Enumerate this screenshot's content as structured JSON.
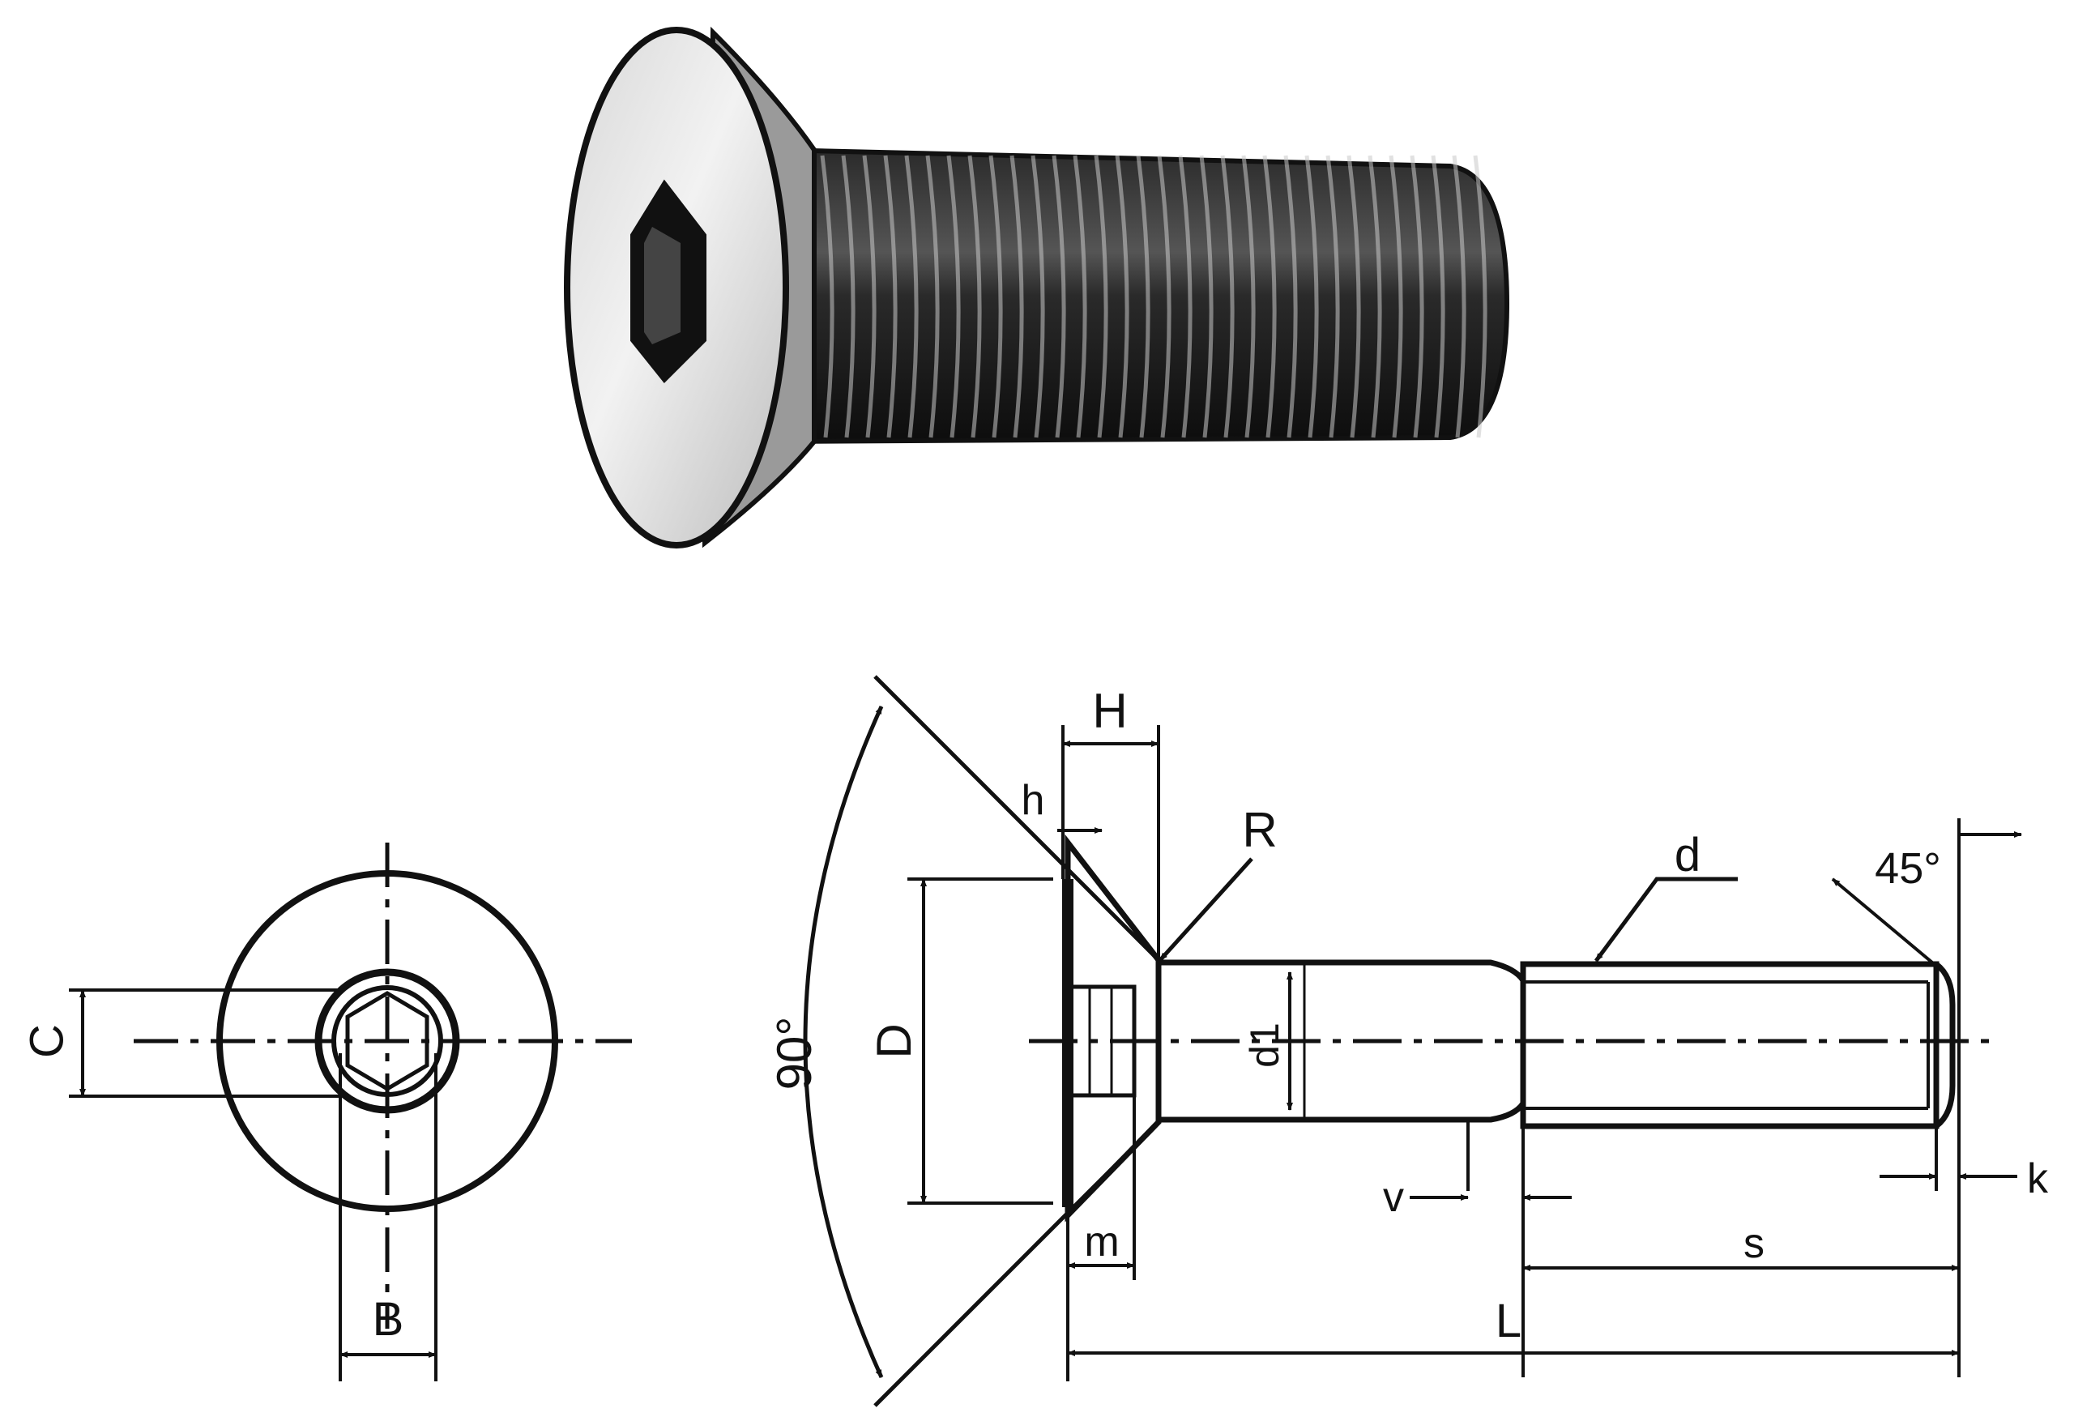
{
  "colors": {
    "ink": "#111111",
    "paper": "#ffffff",
    "metal_light": "#e6e6e6",
    "metal_dark": "#1a1a1a"
  },
  "photo": {
    "subject": "hex-socket-countersunk-screw-icon"
  },
  "end_view": {
    "labels": {
      "c": "C",
      "b": "B"
    }
  },
  "side_view": {
    "labels": {
      "h_upper": "H",
      "h_lower": "h",
      "r": "R",
      "d": "d",
      "angle_45": "45°",
      "angle_90": "90°",
      "D": "D",
      "d1": "d1",
      "v": "v",
      "k": "k",
      "m": "m",
      "s": "s",
      "L": "L"
    }
  }
}
